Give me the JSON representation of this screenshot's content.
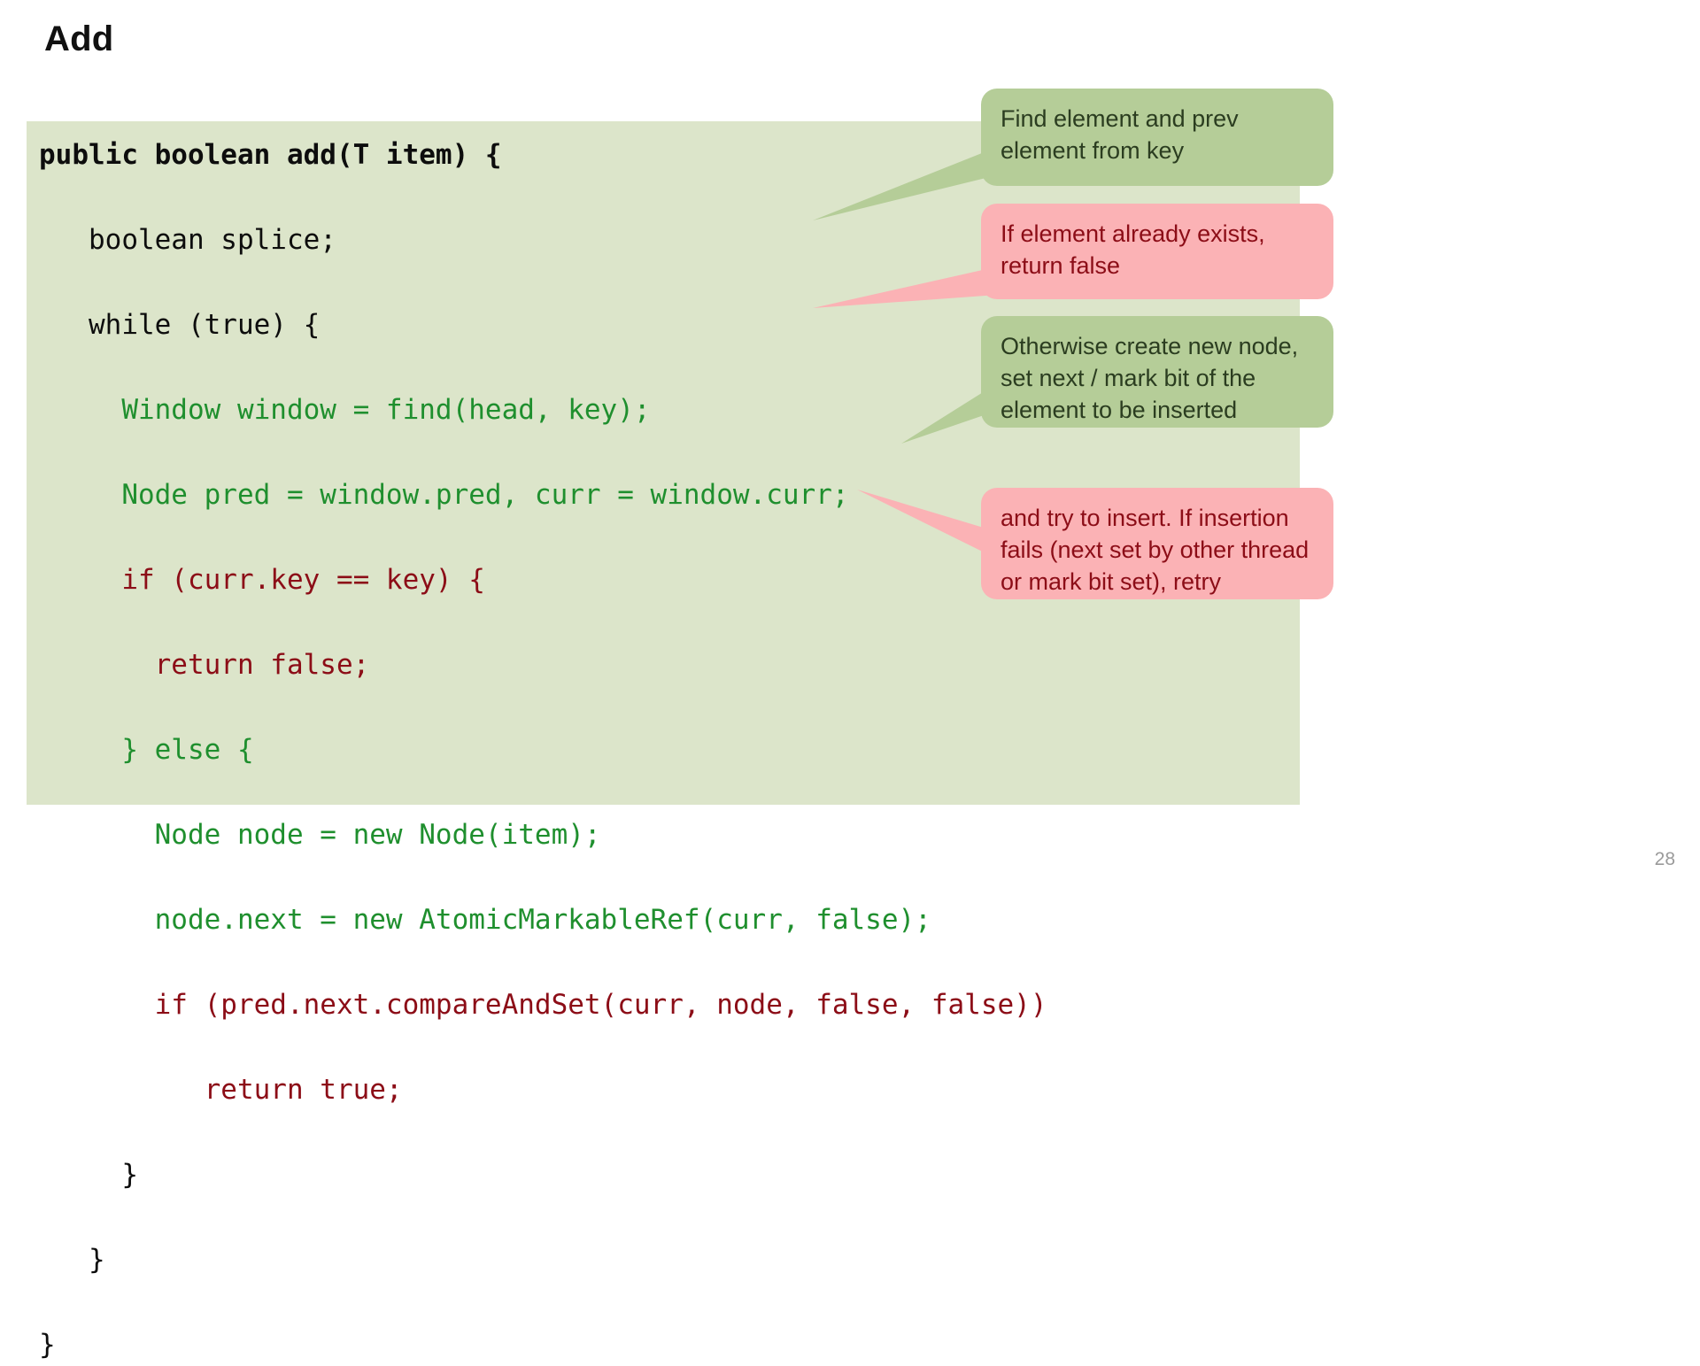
{
  "slide": {
    "title": "Add",
    "page_number": "28"
  },
  "colors": {
    "code_panel_bg": "#dce5ca",
    "code_black": "#0d0d0d",
    "code_green": "#1f8f2e",
    "code_red": "#8c0d17",
    "callout_green_bg": "#b5cd98",
    "callout_green_text": "#2b3d20",
    "callout_pink_bg": "#fbb2b5",
    "callout_pink_text": "#8c0d17",
    "page_number": "#9a9a9a"
  },
  "code": {
    "language": "java",
    "lines": [
      {
        "text": "public boolean add(T item) {",
        "color": "black",
        "bold": true
      },
      {
        "text": "   boolean splice;",
        "color": "black",
        "bold": false
      },
      {
        "text": "   while (true) {",
        "color": "black",
        "bold": false
      },
      {
        "text": "     Window window = find(head, key);",
        "color": "green",
        "bold": false
      },
      {
        "text": "     Node pred = window.pred, curr = window.curr;",
        "color": "green",
        "bold": false
      },
      {
        "text": "     if (curr.key == key) {",
        "color": "red",
        "bold": false
      },
      {
        "text": "       return false;",
        "color": "red",
        "bold": false
      },
      {
        "text": "     } else {",
        "color": "green",
        "bold": false
      },
      {
        "text": "       Node node = new Node(item);",
        "color": "green",
        "bold": false
      },
      {
        "text": "       node.next = new AtomicMarkableRef(curr, false);",
        "color": "green",
        "bold": false
      },
      {
        "text": "       if (pred.next.compareAndSet(curr, node, false, false))",
        "color": "red",
        "bold": false
      },
      {
        "text": "          return true;",
        "color": "red",
        "bold": false
      },
      {
        "text": "     }",
        "color": "black",
        "bold": false
      },
      {
        "text": "   }",
        "color": "black",
        "bold": false
      },
      {
        "text": "}",
        "color": "black",
        "bold": false
      }
    ]
  },
  "callouts": [
    {
      "id": "find-element",
      "style": "green",
      "text": "Find element and prev\nelement from key"
    },
    {
      "id": "already-exists",
      "style": "pink",
      "text": "If element already exists,\nreturn false"
    },
    {
      "id": "create-new-node",
      "style": "green",
      "text": "Otherwise create new node,\nset next / mark bit of the\nelement to be inserted"
    },
    {
      "id": "try-insert-retry",
      "style": "pink",
      "text": "and try to insert. If insertion\nfails (next set by other thread\nor mark bit set), retry"
    }
  ]
}
